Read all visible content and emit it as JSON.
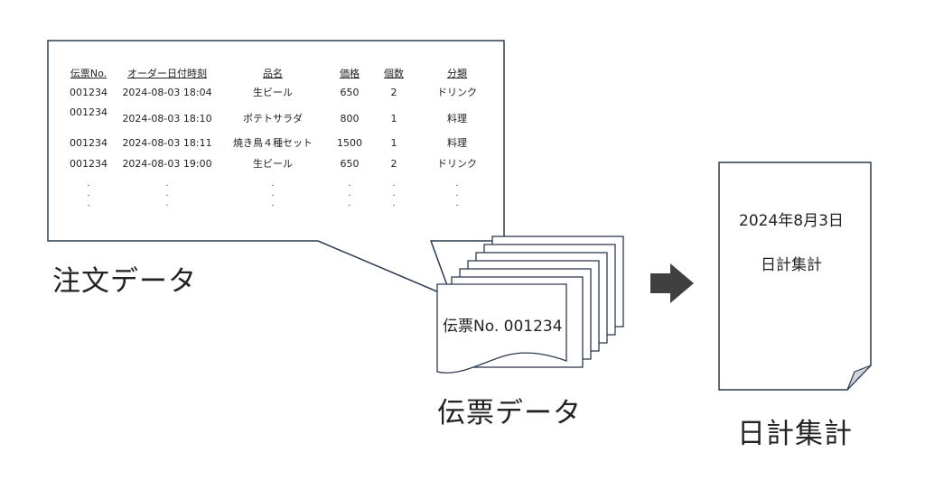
{
  "order_data": {
    "caption": "注文データ",
    "table": {
      "headers": [
        "伝票No.",
        "オーダー日付時刻",
        "品名",
        "価格",
        "個数",
        "分類"
      ],
      "rows": [
        [
          "001234",
          "2024-08-03 18:04",
          "生ビール",
          "650",
          "2",
          "ドリンク"
        ],
        [
          "001234",
          "2024-08-03 18:10",
          "ポテトサラダ",
          "800",
          "1",
          "料理"
        ],
        [
          "001234",
          "2024-08-03 18:11",
          "焼き鳥４種セット",
          "1500",
          "1",
          "料理"
        ],
        [
          "001234",
          "2024-08-03 19:00",
          "生ビール",
          "650",
          "2",
          "ドリンク"
        ]
      ],
      "continuation": "·\n·\n·"
    }
  },
  "slip_data": {
    "caption": "伝票データ",
    "slip_label": "伝票No. 001234"
  },
  "daily_summary": {
    "caption": "日計集計",
    "date": "2024年8月3日",
    "title": "日計集計"
  },
  "colors": {
    "stroke": "#2e3a4f",
    "arrow": "#404040",
    "page_fold": "#cfd3da"
  },
  "icons": {
    "flow_arrow": "right-arrow-icon"
  }
}
